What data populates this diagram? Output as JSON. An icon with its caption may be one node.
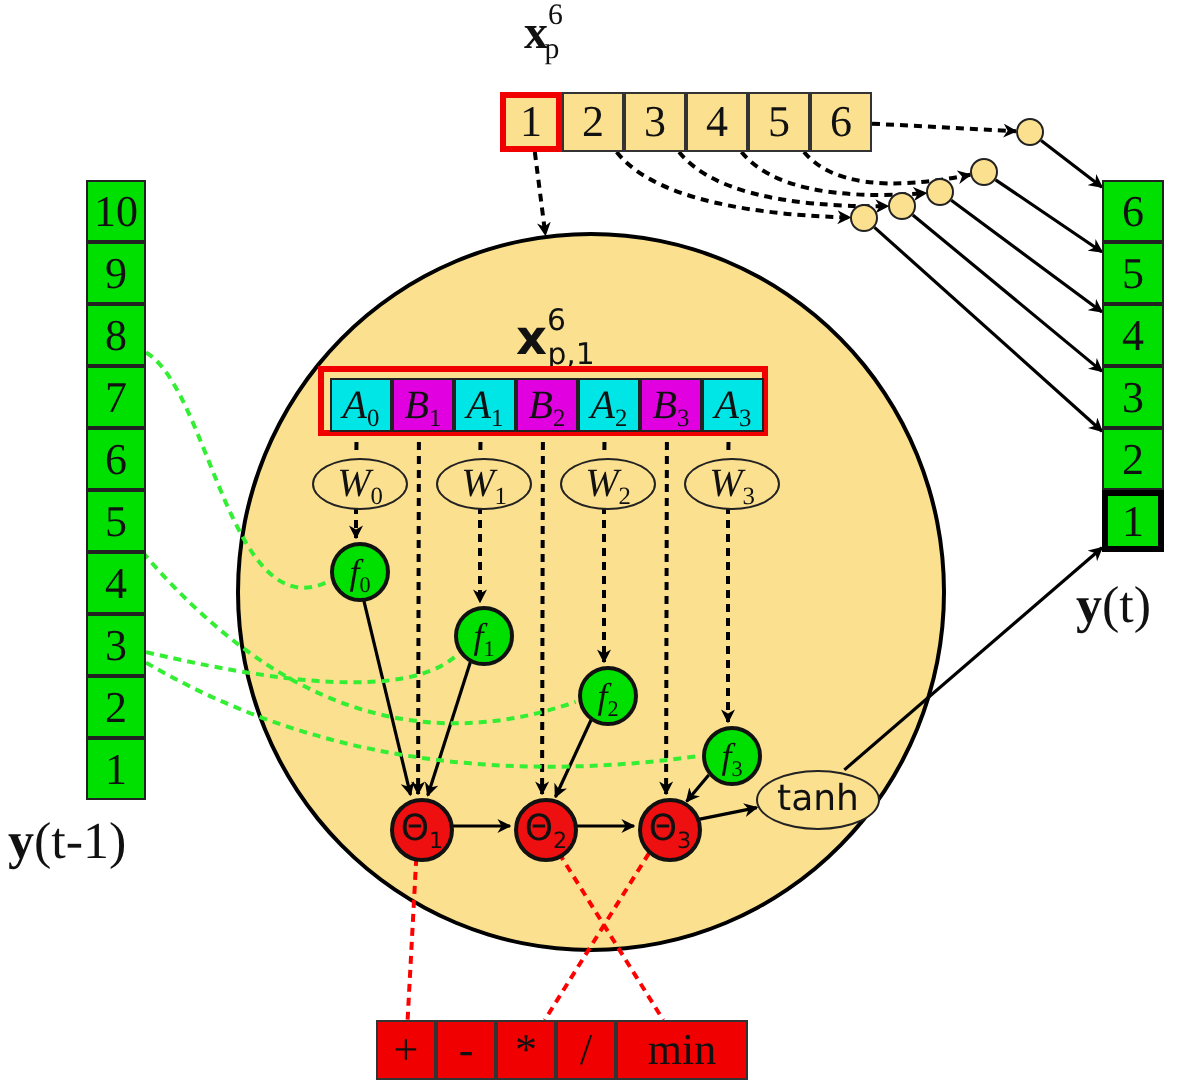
{
  "diagram": {
    "nodes": [
      {
        "text": [
          "**x**$^{6}$$_{p,1}$"
        ]
      },
      {
        "text": [
          "1"
        ]
      },
      {
        "text": [
          "2"
        ]
      },
      {
        "text": [
          "3"
        ]
      },
      {
        "text": [
          "4"
        ]
      },
      {
        "text": [
          "5"
        ]
      },
      {
        "text": [
          "6"
        ]
      },
      {
        "text": [
          "10"
        ]
      },
      {
        "text": [
          "9"
        ]
      },
      {
        "text": [
          "8"
        ]
      },
      {
        "text": [
          "7"
        ]
      },
      {
        "text": [
          "6"
        ]
      },
      {
        "text": [
          "5"
        ]
      },
      {
        "text": [
          "4"
        ]
      },
      {
        "text": [
          "3"
        ]
      },
      {
        "text": [
          "2"
        ]
      },
      {
        "text": [
          "1"
        ]
      },
      {
        "text": [
          "6"
        ]
      },
      {
        "text": [
          "5"
        ]
      },
      {
        "text": [
          "4"
        ]
      },
      {
        "text": [
          "3"
        ]
      },
      {
        "text": [
          "2"
        ]
      },
      {
        "text": [
          "1"
        ]
      },
      {
        "text": [],
        "shape": "circle"
      },
      {
        "text": [],
        "shape": "circle"
      },
      {
        "text": [],
        "shape": "circle"
      },
      {
        "text": [],
        "shape": "circle"
      },
      {
        "text": [],
        "shape": "circle"
      },
      {
        "text": [
          "*A*$_{0}$"
        ],
        "in": 0
      },
      {
        "text": [
          "*B*$_{1}$"
        ],
        "in": 0
      },
      {
        "text": [
          "*A*$_{1}$"
        ],
        "in": 0
      },
      {
        "text": [
          "*B*$_{2}$"
        ],
        "in": 0
      },
      {
        "text": [
          "*A*$_{2}$"
        ],
        "in": 0
      },
      {
        "text": [
          "*B*$_{3}$"
        ],
        "in": 0
      },
      {
        "text": [
          "*A*$_{3}$"
        ],
        "in": 0
      },
      {
        "text": [
          "*W*$_{0}$"
        ],
        "in": 0
      },
      {
        "text": [
          "*W*$_{1}$"
        ],
        "in": 0
      },
      {
        "text": [
          "*W*$_{2}$"
        ],
        "in": 0
      },
      {
        "text": [
          "*W*$_{3}$"
        ],
        "in": 0
      },
      {
        "text": [
          "*f*$_{0}$"
        ],
        "in": 0
      },
      {
        "text": [
          "*f*$_{1}$"
        ],
        "in": 0
      },
      {
        "text": [
          "*f*$_{2}$"
        ],
        "in": 0
      },
      {
        "text": [
          "*f*$_{3}$"
        ],
        "in": 0
      },
      {
        "text": [
          "Θ$_{1}$"
        ],
        "in": 0
      },
      {
        "text": [
          "Θ$_{2}$"
        ],
        "in": 0
      },
      {
        "text": [
          "Θ$_{3}$"
        ],
        "in": 0
      },
      {
        "text": [
          "tanh"
        ],
        "in": 0
      },
      {
        "text": [
          "+"
        ]
      },
      {
        "text": [
          "-"
        ]
      },
      {
        "text": [
          "*"
        ]
      },
      {
        "text": [
          "/"
        ]
      },
      {
        "text": [
          "min"
        ]
      }
    ],
    "edges": [
      {
        "from": 1,
        "to": 0,
        "arrow": "to",
        "style": "dashed"
      },
      {
        "from": 6,
        "to": 23,
        "arrow": "to",
        "style": "dashed"
      },
      {
        "from": 5,
        "to": 24,
        "arrow": "to",
        "style": "dashed"
      },
      {
        "from": 4,
        "to": 25,
        "arrow": "to",
        "style": "dashed"
      },
      {
        "from": 3,
        "to": 26,
        "arrow": "to",
        "style": "dashed"
      },
      {
        "from": 2,
        "to": 27,
        "arrow": "to",
        "style": "dashed"
      },
      {
        "from": 23,
        "to": 17,
        "arrow": "to"
      },
      {
        "from": 24,
        "to": 18,
        "arrow": "to"
      },
      {
        "from": 25,
        "to": 19,
        "arrow": "to"
      },
      {
        "from": 26,
        "to": 20,
        "arrow": "to"
      },
      {
        "from": 27,
        "to": 21,
        "arrow": "to"
      },
      {
        "from": 46,
        "to": 22,
        "arrow": "to"
      },
      {
        "from": 28,
        "to": 35,
        "arrow": "none",
        "style": "dashed"
      },
      {
        "from": 35,
        "to": 39,
        "arrow": "to",
        "style": "dashed"
      },
      {
        "from": 30,
        "to": 36,
        "arrow": "none",
        "style": "dashed"
      },
      {
        "from": 36,
        "to": 40,
        "arrow": "to",
        "style": "dashed"
      },
      {
        "from": 32,
        "to": 37,
        "arrow": "none",
        "style": "dashed"
      },
      {
        "from": 37,
        "to": 41,
        "arrow": "to",
        "style": "dashed"
      },
      {
        "from": 34,
        "to": 38,
        "arrow": "none",
        "style": "dashed"
      },
      {
        "from": 38,
        "to": 42,
        "arrow": "to",
        "style": "dashed"
      },
      {
        "from": 29,
        "to": 43,
        "arrow": "to",
        "style": "dashed"
      },
      {
        "from": 31,
        "to": 44,
        "arrow": "to",
        "style": "dashed"
      },
      {
        "from": 33,
        "to": 45,
        "arrow": "to",
        "style": "dashed"
      },
      {
        "from": 39,
        "to": 43,
        "arrow": "to"
      },
      {
        "from": 40,
        "to": 43,
        "arrow": "to"
      },
      {
        "from": 41,
        "to": 44,
        "arrow": "to"
      },
      {
        "from": 42,
        "to": 45,
        "arrow": "to"
      },
      {
        "from": 43,
        "to": 44,
        "arrow": "to"
      },
      {
        "from": 44,
        "to": 45,
        "arrow": "to"
      },
      {
        "from": 45,
        "to": 46,
        "arrow": "to"
      },
      {
        "from": 9,
        "to": 39,
        "arrow": "none",
        "style": "dashed",
        "color": "#33ee33"
      },
      {
        "from": 14,
        "to": 40,
        "arrow": "none",
        "style": "dashed",
        "color": "#33ee33"
      },
      {
        "from": 12,
        "to": 41,
        "arrow": "none",
        "style": "dashed",
        "color": "#33ee33"
      },
      {
        "from": 14,
        "to": 42,
        "arrow": "none",
        "style": "dashed",
        "color": "#33ee33"
      },
      {
        "from": 43,
        "to": 47,
        "arrow": "none",
        "style": "dashed",
        "color": "#ff0000"
      },
      {
        "from": 44,
        "to": 51,
        "arrow": "none",
        "style": "dashed",
        "color": "#ff0000"
      },
      {
        "from": 45,
        "to": 49,
        "arrow": "none",
        "style": "dashed",
        "color": "#ff0000"
      }
    ],
    "labels": [
      "**x**$^{6}$$_{p}$",
      "**y**(t-1)",
      "**y**(t)"
    ]
  }
}
